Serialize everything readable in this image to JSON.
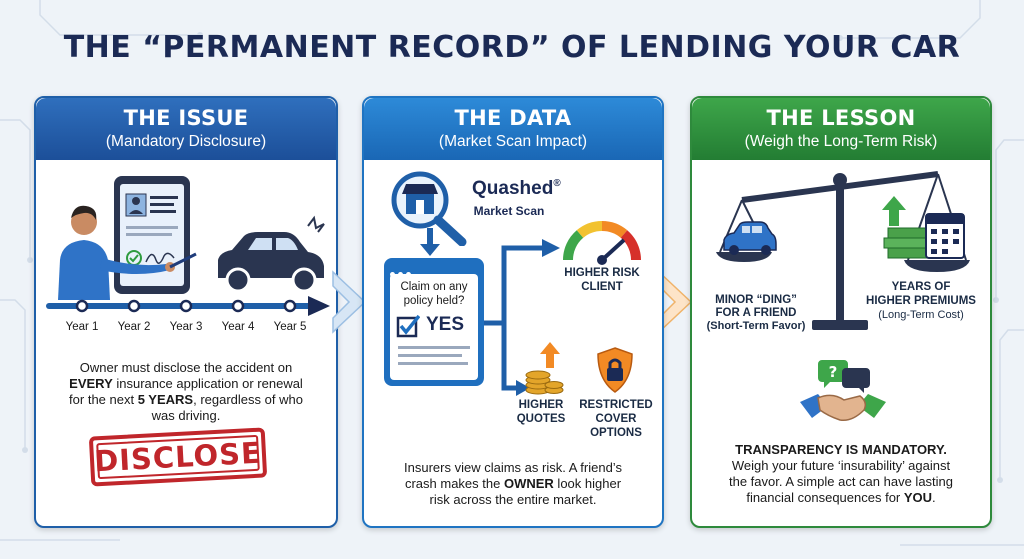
{
  "title": "THE “PERMANENT RECORD” OF LENDING YOUR CAR",
  "panels": {
    "issue": {
      "heading": "THE ISSUE",
      "subheading": "(Mandatory Disclosure)",
      "timeline": [
        "Year 1",
        "Year 2",
        "Year 3",
        "Year 4",
        "Year 5"
      ],
      "body_1": "Owner must disclose the accident on",
      "body_2a": "EVERY",
      "body_2b": " insurance application or renewal",
      "body_3a": "for the next ",
      "body_3b": "5 YEARS",
      "body_3c": ", regardless of who",
      "body_4": "was driving.",
      "stamp": "DISCLOSE"
    },
    "data": {
      "heading": "THE DATA",
      "subheading": "(Market Scan Impact)",
      "brand_name": "Quashed",
      "brand_mark": "®",
      "brand_sub": "Market Scan",
      "form_q1": "Claim on any",
      "form_q2": "policy held?",
      "form_answer": "YES",
      "gauge_label_1": "HIGHER RISK",
      "gauge_label_2": "CLIENT",
      "quotes_label_1": "HIGHER",
      "quotes_label_2": "QUOTES",
      "cover_label_1": "RESTRICTED",
      "cover_label_2": "COVER",
      "cover_label_3": "OPTIONS",
      "body_1": "Insurers view claims as risk. A friend’s",
      "body_2a": "crash makes the ",
      "body_2b": "OWNER",
      "body_2c": " look higher",
      "body_3": "risk across the entire market."
    },
    "lesson": {
      "heading": "THE LESSON",
      "subheading": "(Weigh the Long-Term Risk)",
      "left_label_1": "MINOR “DING”",
      "left_label_2": "FOR A FRIEND",
      "left_label_3": "(Short-Term Favor)",
      "right_label_1": "YEARS OF",
      "right_label_2": "HIGHER PREMIUMS",
      "right_label_3": "(Long-Term Cost)",
      "body_1": "TRANSPARENCY IS MANDATORY.",
      "body_2": "Weigh your future ‘insurability’ against",
      "body_3": "the favor. A simple act can have lasting",
      "body_4a": "financial consequences for ",
      "body_4b": "YOU",
      "body_4c": "."
    }
  },
  "colors": {
    "navy": "#1b2a55",
    "issue_blue": "#1f5fa8",
    "data_blue": "#1f74c2",
    "lesson_green": "#2e8a3c",
    "stamp_red": "#c0262b"
  }
}
